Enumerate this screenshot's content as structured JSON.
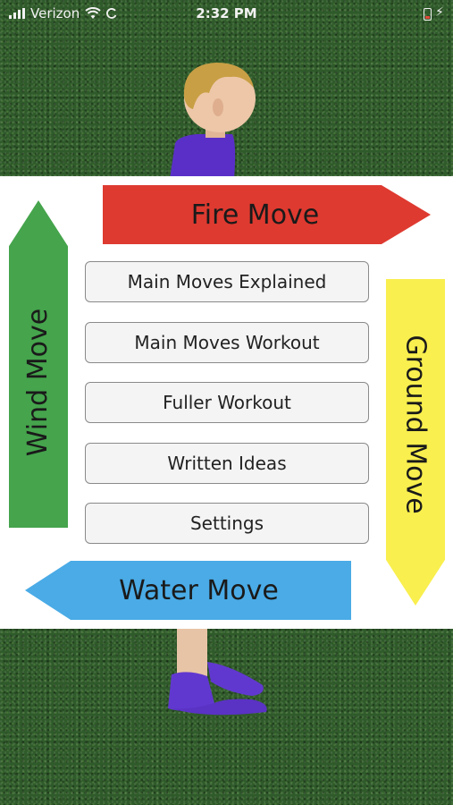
{
  "status_bar": {
    "carrier": "Verizon",
    "time": "2:32 PM"
  },
  "arrows": {
    "fire": "Fire Move",
    "water": "Water Move",
    "wind": "Wind Move",
    "ground": "Ground Move"
  },
  "menu": {
    "items": [
      {
        "label": "Main Moves Explained"
      },
      {
        "label": "Main Moves Workout"
      },
      {
        "label": "Fuller Workout"
      },
      {
        "label": "Written Ideas"
      },
      {
        "label": "Settings"
      }
    ]
  },
  "colors": {
    "fire": "#de3a30",
    "water": "#4aabe6",
    "wind": "#45a44c",
    "ground": "#f9ef4e",
    "grass": "#2f5a2a"
  },
  "icons": {
    "signal": "signal-bars-icon",
    "wifi": "wifi-icon",
    "sync": "sync-icon",
    "battery": "battery-icon",
    "charging": "charging-bolt-icon"
  }
}
